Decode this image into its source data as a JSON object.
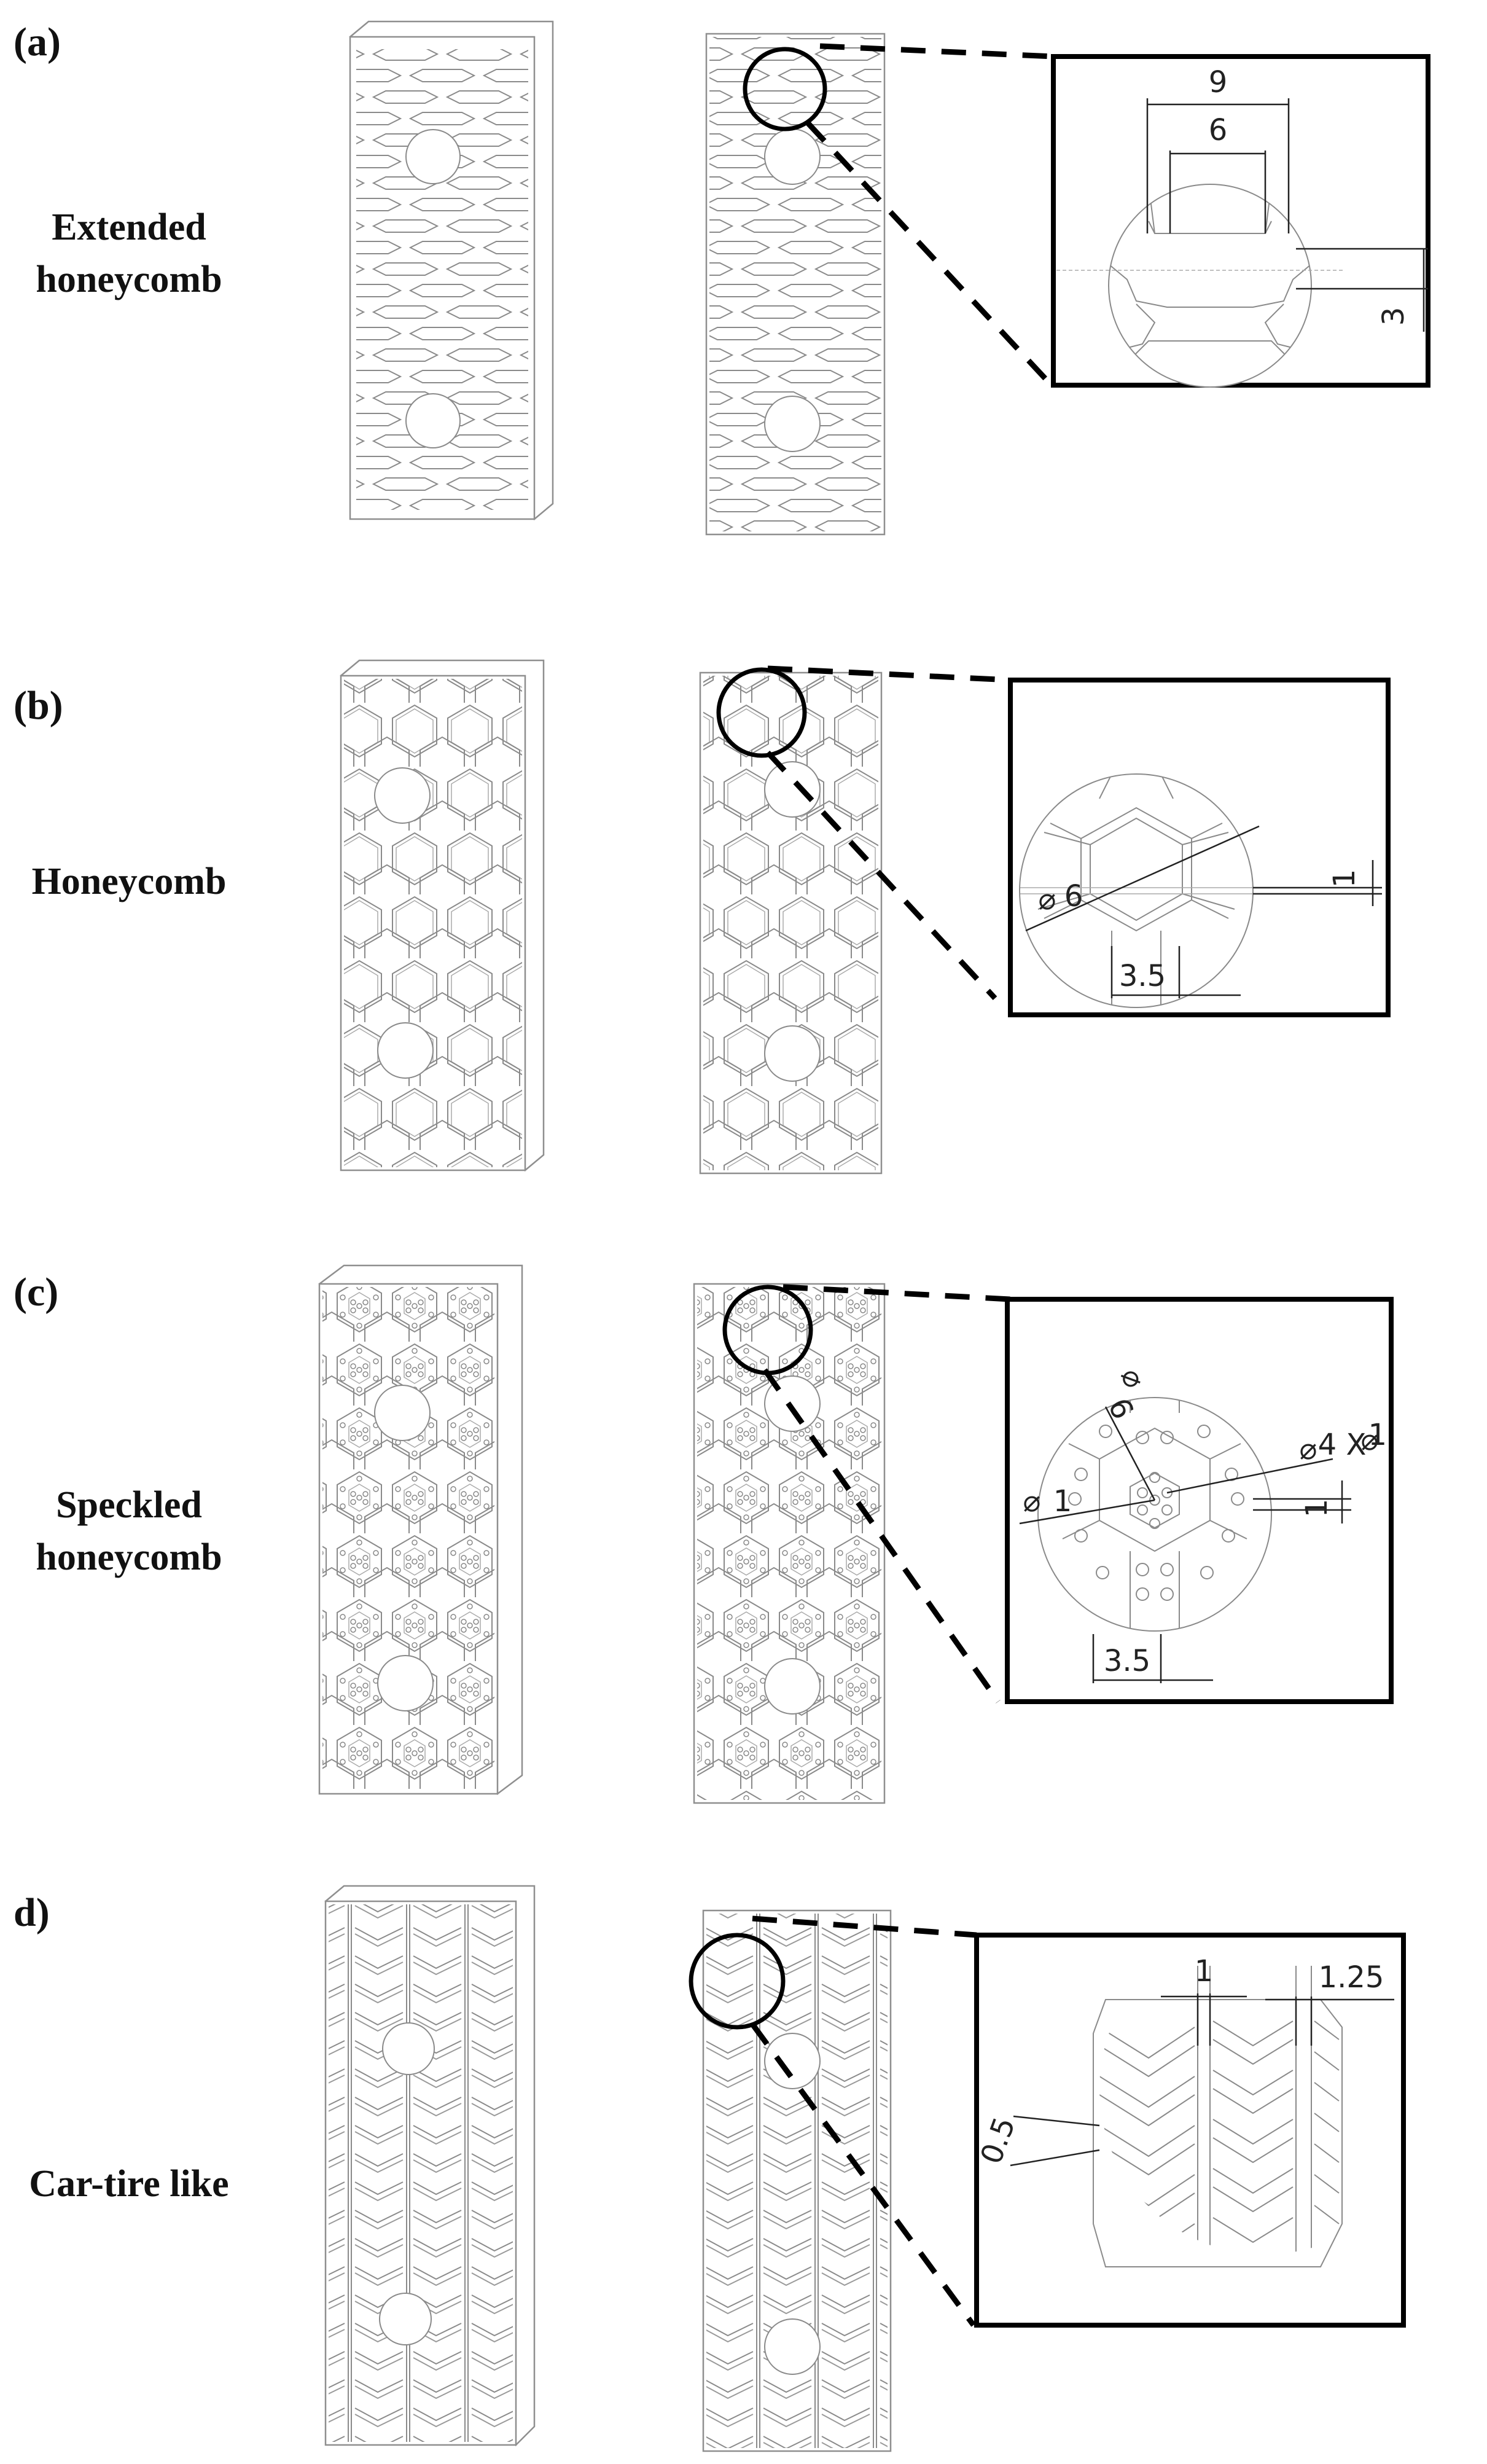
{
  "panels": [
    {
      "letter": "(a)",
      "title_lines": [
        "Extended",
        "honeycomb"
      ],
      "dims": [
        "9",
        "6",
        "3"
      ],
      "pattern": "extended-honeycomb"
    },
    {
      "letter": "(b)",
      "title_lines": [
        "Honeycomb"
      ],
      "dims": [
        "1",
        "6",
        "3.5"
      ],
      "pattern": "honeycomb"
    },
    {
      "letter": "(c)",
      "title_lines": [
        "Speckled",
        "honeycomb"
      ],
      "dims": [
        "6",
        "4 X",
        "1",
        "1",
        "1",
        "3.5"
      ],
      "pattern": "speckled-honeycomb"
    },
    {
      "letter": "d)",
      "title_lines": [
        "Car-tire like"
      ],
      "dims": [
        "1",
        "1.25",
        "0.5"
      ],
      "pattern": "car-tire-like"
    }
  ],
  "diameter_symbol": "⌀"
}
